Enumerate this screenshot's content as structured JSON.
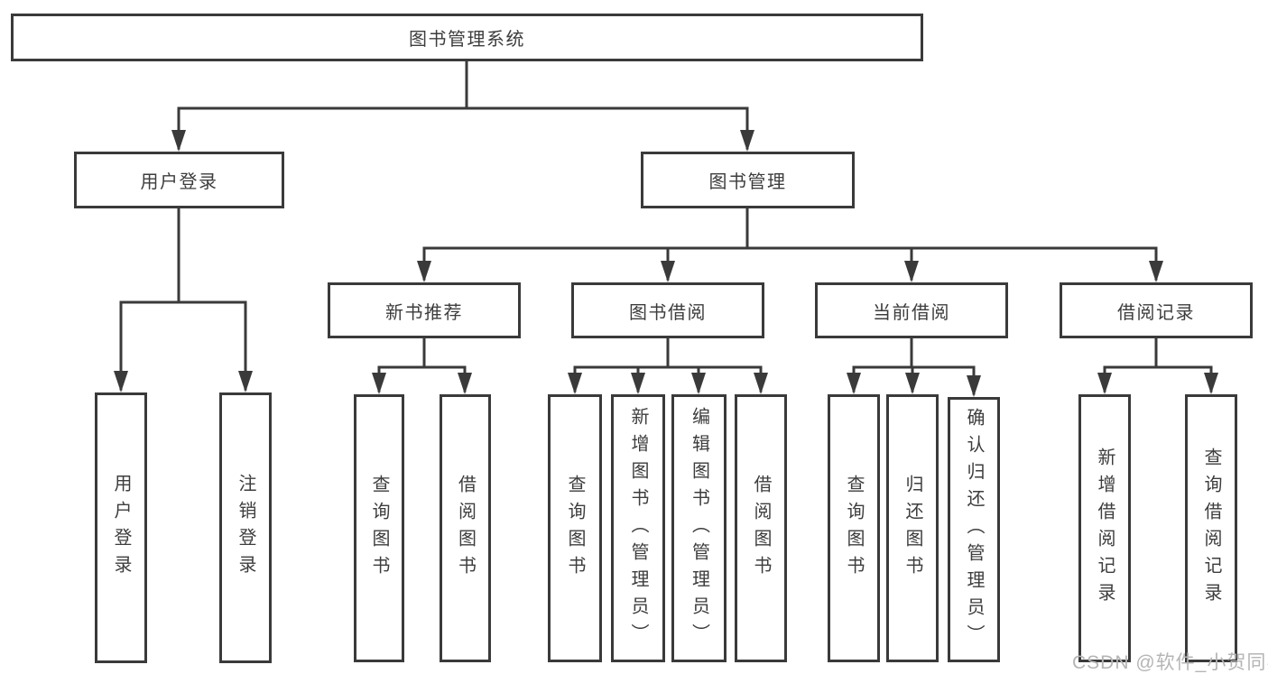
{
  "colors": {
    "line": "#3a3a3a",
    "box_border": "#3a3a3a",
    "text": "#3d3d3d",
    "box_background": "#ffffff",
    "page_background": "#ffffff",
    "watermark": "#b5b5b5"
  },
  "watermark": {
    "text": "CSDN @软件_小贺同学"
  },
  "tree": {
    "label": "图书管理系统",
    "children": [
      {
        "label": "用户登录",
        "children": [
          {
            "label": "用户登录"
          },
          {
            "label": "注销登录"
          }
        ]
      },
      {
        "label": "图书管理",
        "children": [
          {
            "label": "新书推荐",
            "children": [
              {
                "label": "查询图书"
              },
              {
                "label": "借阅图书"
              }
            ]
          },
          {
            "label": "图书借阅",
            "children": [
              {
                "label": "查询图书"
              },
              {
                "label": "新增图书（管理员）"
              },
              {
                "label": "编辑图书（管理员）"
              },
              {
                "label": "借阅图书"
              }
            ]
          },
          {
            "label": "当前借阅",
            "children": [
              {
                "label": "查询图书"
              },
              {
                "label": "归还图书"
              },
              {
                "label": "确认归还（管理员）"
              }
            ]
          },
          {
            "label": "借阅记录",
            "children": [
              {
                "label": "新增借阅记录"
              },
              {
                "label": "查询借阅记录"
              }
            ]
          }
        ]
      }
    ]
  }
}
